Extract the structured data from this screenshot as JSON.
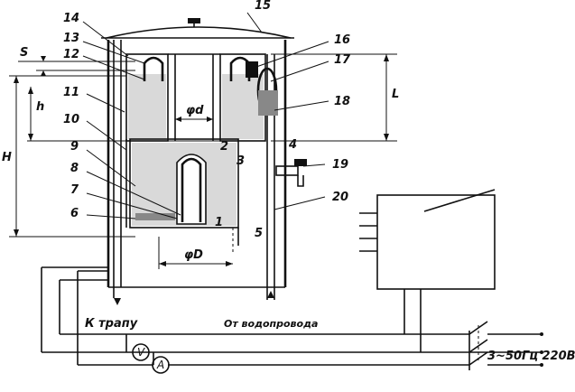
{
  "labels": {
    "n1": "1",
    "n2": "2",
    "n3": "3",
    "n4": "4",
    "n5": "5",
    "n6": "6",
    "n7": "7",
    "n8": "8",
    "n9": "9",
    "n10": "10",
    "n11": "11",
    "n12": "12",
    "n13": "13",
    "n14": "14",
    "n15": "15",
    "n16": "16",
    "n17": "17",
    "n18": "18",
    "n19": "19",
    "n20": "20"
  },
  "dimensions": {
    "S": "S",
    "h": "h",
    "H": "H",
    "L": "L",
    "d": "φd",
    "D": "φD"
  },
  "captions": {
    "drain": "К трапу",
    "water_supply": "От водопровода",
    "power": "3~50Гц 220В"
  },
  "meters": {
    "voltmeter": "V",
    "ammeter": "A"
  }
}
